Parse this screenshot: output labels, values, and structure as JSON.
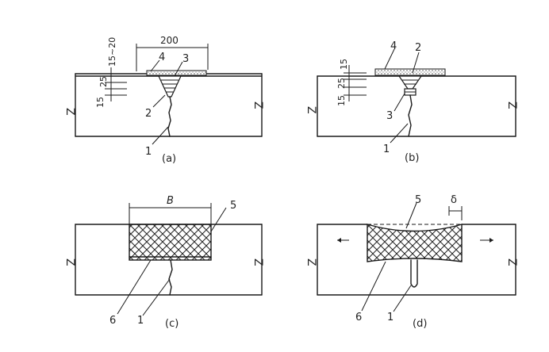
{
  "panels": {
    "a": {
      "caption": "(a)",
      "dims": {
        "width": "200",
        "top": "15~20",
        "mid": "25",
        "low": "15"
      },
      "callouts": [
        "4",
        "3",
        "2",
        "1"
      ],
      "break_marks": [
        "Z",
        "Z"
      ]
    },
    "b": {
      "caption": "(b)",
      "dims": {
        "top": "15",
        "mid": "25",
        "low": "15"
      },
      "callouts": [
        "4",
        "2",
        "3",
        "1"
      ],
      "break_marks": [
        "Z",
        "Z"
      ]
    },
    "c": {
      "caption": "(c)",
      "dims": {
        "width": "B"
      },
      "callouts": [
        "5",
        "6",
        "1"
      ],
      "break_marks": [
        "Z",
        "Z"
      ]
    },
    "d": {
      "caption": "(d)",
      "dims": {
        "gap": "δ"
      },
      "callouts": [
        "5",
        "6",
        "1"
      ],
      "break_marks": [
        "Z",
        "Z"
      ]
    }
  },
  "colors": {
    "ink": "#1a1a1a",
    "paper": "#ffffff"
  }
}
